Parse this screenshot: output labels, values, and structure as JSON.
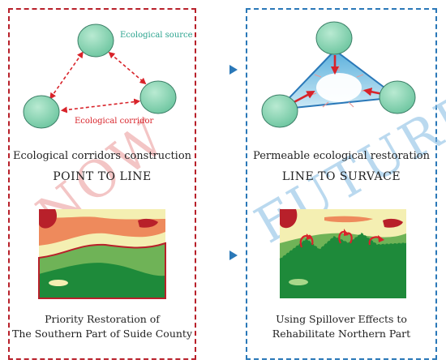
{
  "now": {
    "watermark": "NOW",
    "source_label": "Ecological source",
    "corridor_label": "Ecological corridor",
    "caption1": "Ecological corridors construction",
    "caption2": "POINT TO LINE",
    "bottom_line1": "Priority Restoration of",
    "bottom_line2": "The Southern Part of Suide County"
  },
  "future": {
    "watermark": "FUTURE",
    "caption1": "Permeable ecological restoration",
    "caption2": "LINE TO SURVACE",
    "bottom_line1": "Using Spillover Effects to",
    "bottom_line2": "Rehabilitate Northern Part"
  },
  "colors": {
    "red_frame": "#b8202a",
    "blue_frame": "#2a78b8",
    "node_fill": "#8fd6b6",
    "corridor_red": "#d8232a",
    "map_yellow": "#f4efb2",
    "map_orange": "#ee8a5c",
    "map_dark_red": "#b8202a",
    "map_green": "#6fb357",
    "map_dark_green": "#1e8a3a"
  }
}
